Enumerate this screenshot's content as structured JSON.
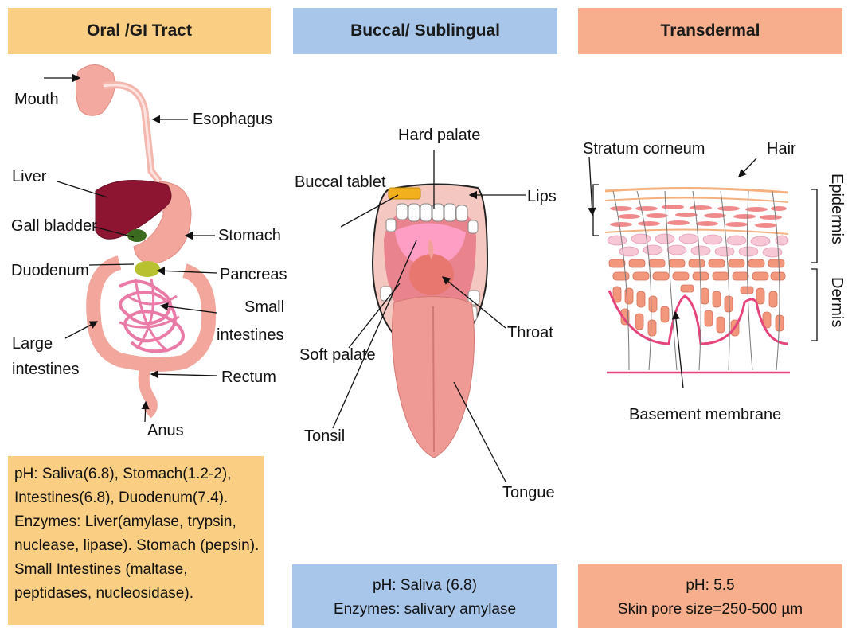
{
  "headers": {
    "oral": "Oral /GI Tract",
    "buccal": "Buccal/ Sublingual",
    "transdermal": "Transdermal"
  },
  "oral_labels": {
    "mouth": "Mouth",
    "esophagus": "Esophagus",
    "liver": "Liver",
    "gall_bladder": "Gall bladder",
    "stomach": "Stomach",
    "duodenum": "Duodenum",
    "pancreas": "Pancreas",
    "small_1": "Small",
    "small_2": "intestines",
    "large_1": "Large",
    "large_2": "intestines",
    "rectum": "Rectum",
    "anus": "Anus"
  },
  "buccal_labels": {
    "hard_palate": "Hard palate",
    "buccal_tablet": "Buccal tablet",
    "lips": "Lips",
    "throat": "Throat",
    "soft_palate": "Soft palate",
    "tonsil": "Tonsil",
    "tongue": "Tongue"
  },
  "trans_labels": {
    "stratum_corneum": "Stratum corneum",
    "hair": "Hair",
    "epidermis": "Epidermis",
    "dermis": "Dermis",
    "basement_membrane": "Basement membrane"
  },
  "info": {
    "oral": [
      "pH: Saliva(6.8), Stomach(1.2-2),",
      "Intestines(6.8), Duodenum(7.4).",
      "Enzymes: Liver(amylase, trypsin,",
      "nuclease, lipase). Stomach (pepsin).",
      "Small Intestines (maltase,",
      "peptidases, nucleosidase)."
    ],
    "buccal": [
      "pH: Saliva (6.8)",
      "Enzymes: salivary amylase"
    ],
    "transdermal": [
      "pH: 5.5",
      "Skin pore size=250-500 µm"
    ]
  }
}
